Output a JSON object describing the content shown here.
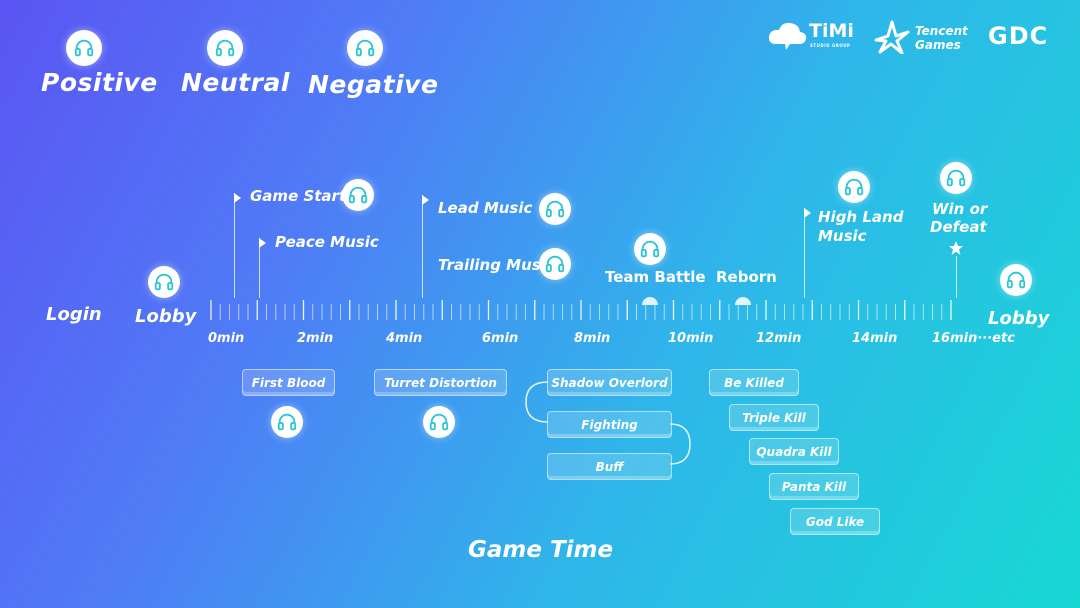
{
  "legend": {
    "positive": "Positive",
    "neutral": "Neutral",
    "negative": "Negative"
  },
  "logos": {
    "timi": "TiMi",
    "timi_sub": "STUDIO GROUP",
    "tencent_line1": "Tencent",
    "tencent_line2": "Games",
    "gdc": "GDC"
  },
  "states": {
    "login": "Login",
    "lobby_start": "Lobby",
    "lobby_end": "Lobby"
  },
  "ticks": [
    "0min",
    "2min",
    "4min",
    "6min",
    "8min",
    "10min",
    "12min",
    "14min",
    "16min···etc"
  ],
  "events_top": {
    "game_start": "Game Start",
    "peace_music": "Peace Music",
    "lead_music": "Lead Music",
    "trailing_music": "Trailing Music",
    "team_battle": "Team Battle",
    "reborn": "Reborn",
    "high_land_line1": "High Land",
    "high_land_line2": "Music",
    "win_line1": "Win or",
    "win_line2": "Defeat"
  },
  "events_bottom": {
    "first_blood": "First Blood",
    "turret_distortion": "Turret Distortion",
    "shadow_overlord": "Shadow Overlord",
    "fighting": "Fighting",
    "buff": "Buff",
    "be_killed": "Be Killed",
    "triple_kill": "Triple Kill",
    "quadra_kill": "Quadra Kill",
    "panta_kill": "Panta Kill",
    "god_like": "God Like"
  },
  "footer": {
    "title": "Game Time"
  },
  "colors": {
    "bg_start": "#5b55f3",
    "bg_end": "#18d8d4",
    "icon_teal": "#2cc6d6",
    "white": "#ffffff"
  },
  "icons": {
    "music": "headphones-icon",
    "win_marker": "star-icon"
  }
}
